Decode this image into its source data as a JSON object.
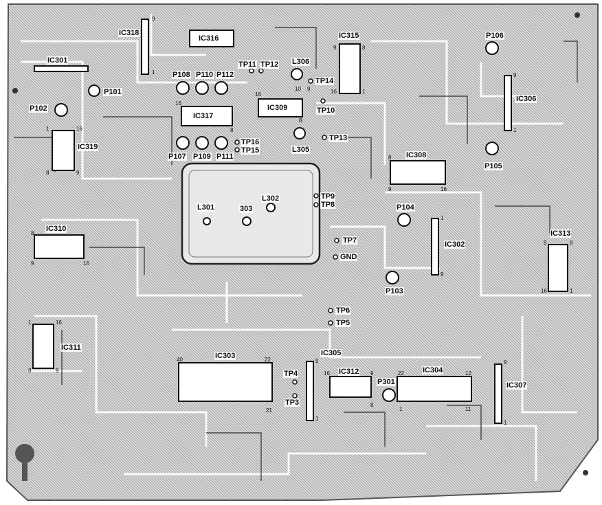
{
  "labels": {
    "ic301": "IC301",
    "ic302": "IC302",
    "ic303": "IC303",
    "ic304": "IC304",
    "ic305": "IC305",
    "ic306": "IC306",
    "ic307": "IC307",
    "ic308": "IC308",
    "ic309": "IC309",
    "ic310": "IC310",
    "ic311": "IC311",
    "ic312": "IC312",
    "ic313": "IC313",
    "ic315": "IC315",
    "ic316": "IC316",
    "ic317": "IC317",
    "ic318": "IC318",
    "ic319": "IC319",
    "p101": "P101",
    "p102": "P102",
    "p103": "P103",
    "p104": "P104",
    "p105": "P105",
    "p106": "P106",
    "p107": "P107",
    "p108": "P108",
    "p109": "P109",
    "p110": "P110",
    "p111": "P111",
    "p112": "P112",
    "p301": "P301",
    "l301": "L301",
    "l302": "L302",
    "l303": "303",
    "l305": "L305",
    "l306": "L306",
    "tp3": "TP3",
    "tp4": "TP4",
    "tp5": "TP5",
    "tp6": "TP6",
    "tp7": "TP7",
    "tp8": "TP8",
    "tp9": "TP9",
    "tp10": "TP10",
    "tp11": "TP11",
    "tp12": "TP12",
    "tp13": "TP13",
    "tp14": "TP14",
    "tp15": "TP15",
    "tp16": "TP16",
    "gnd": "GND"
  },
  "pins": {
    "ic303_40": "40",
    "ic303_22": "22",
    "ic303_21": "21",
    "ic304_22": "22",
    "ic304_12": "12",
    "ic304_11": "11",
    "ic312_16": "16",
    "ic312_9": "9",
    "ic312_8": "8",
    "ic313_9": "9",
    "ic313_8": "8",
    "ic313_16": "16",
    "ic313_1": "1",
    "ic319_1": "1",
    "ic319_16": "16",
    "ic319_8": "8",
    "ic319_9": "9",
    "ic310_8": "8",
    "ic310_9": "9",
    "ic310_16": "16",
    "ic311_1": "1",
    "ic311_16": "16",
    "ic311_8": "8",
    "ic311_9": "9",
    "ic308_8": "8",
    "ic308_9": "9",
    "ic308_16": "16",
    "ic309_16": "16",
    "ic309_8": "8",
    "ic315_9": "9",
    "ic315_8": "8",
    "ic315_16": "16",
    "ic315_1": "1",
    "ic317_16": "16",
    "ic317_8": "8",
    "ic306_9": "9",
    "ic306_1": "1",
    "ic307_9": "9",
    "ic307_1": "1",
    "ic305_9": "9",
    "ic305_1": "1",
    "ic302_1": "1",
    "ic302_9": "9",
    "ic318_9": "9",
    "ic318_1": "1",
    "p301_1": "1",
    "l306_10": "10",
    "l306_9": "9"
  }
}
